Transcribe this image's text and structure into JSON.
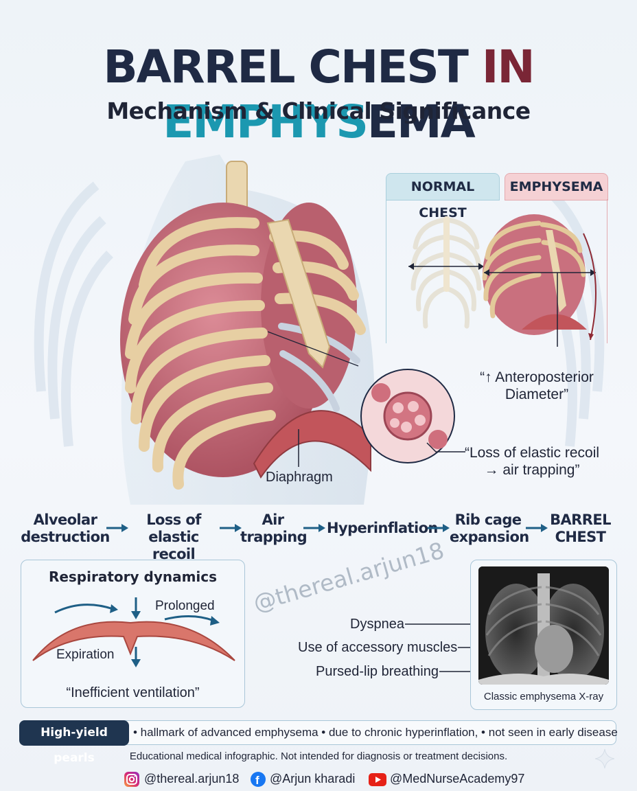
{
  "title": {
    "part1": "BARREL CHEST ",
    "part2": "IN ",
    "part3": "EMPHYS",
    "part4": "EMA",
    "subtitle": "Mechanism & Clinical Significance"
  },
  "comparison": {
    "normal_label": "NORMAL CHEST",
    "emphysema_label": "EMPHYSEMA",
    "ap_line1": "“↑ Anteroposterior",
    "ap_line2": "Diameter”"
  },
  "annotations": {
    "diaphragm": "Diaphragm",
    "recoil_line1": "“Loss of elastic recoil",
    "recoil_line2": "→ air trapping”"
  },
  "flow": [
    {
      "line1": "Alveolar",
      "line2": "destruction"
    },
    {
      "line1": "Loss of",
      "line2": "elastic recoil"
    },
    {
      "line1": "Air",
      "line2": "trapping"
    },
    {
      "line1": "Hyperinflation",
      "line2": ""
    },
    {
      "line1": "Rib cage",
      "line2": "expansion"
    },
    {
      "line1": "BARREL",
      "line2": "CHEST"
    }
  ],
  "respiratory": {
    "title": "Respiratory dynamics",
    "prolonged": "Prolonged",
    "expiration": "Expiration",
    "inefficient": "“Inefficient ventilation”"
  },
  "watermark": "@thereal.arjun18",
  "symptoms": [
    "Dyspnea",
    "Use of accessory muscles",
    "Pursed-lip breathing"
  ],
  "xray": {
    "caption": "Classic emphysema X-ray"
  },
  "pearls": {
    "tag": "High-yield pearls",
    "text": "• hallmark of advanced emphysema • due to chronic hyperinflation, • not seen in early disease"
  },
  "disclaimer": "Educational medical infographic. Not intended for diagnosis or treatment decisions.",
  "social": {
    "instagram": "@thereal.arjun18",
    "facebook": "@Arjun kharadi",
    "youtube": "@MedNurseAcademy97"
  },
  "colors": {
    "navy": "#1f2a44",
    "maroon": "#7a2636",
    "teal": "#1c98b0",
    "arrow": "#1e5f86",
    "rib": "#e3c99a",
    "lung": "#c9707e"
  },
  "icons": [
    "instagram-icon",
    "facebook-icon",
    "youtube-icon",
    "sparkle-icon"
  ]
}
